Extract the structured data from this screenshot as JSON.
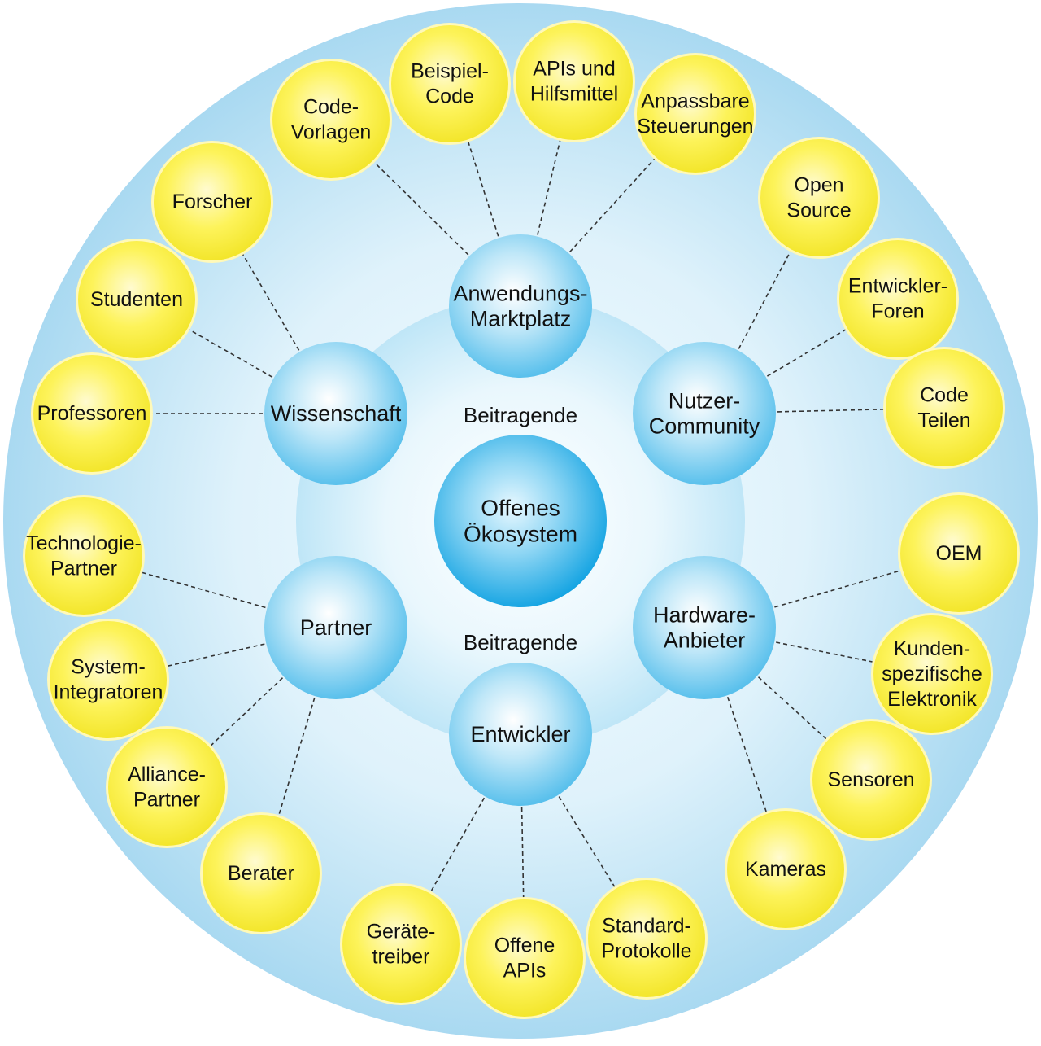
{
  "diagram": {
    "center": {
      "id": "center",
      "lines": [
        "Offenes",
        "Ökosystem"
      ]
    },
    "ring_labels": [
      {
        "id": "ring-label-top",
        "text": "Beitragende"
      },
      {
        "id": "ring-label-bottom",
        "text": "Beitragende"
      }
    ],
    "hubs": [
      {
        "id": "hub-anwendungs-marktplatz",
        "lines": [
          "Anwendungs-",
          "Marktplatz"
        ]
      },
      {
        "id": "hub-wissenschaft",
        "lines": [
          "Wissenschaft"
        ]
      },
      {
        "id": "hub-nutzer-community",
        "lines": [
          "Nutzer-",
          "Community"
        ]
      },
      {
        "id": "hub-partner",
        "lines": [
          "Partner"
        ]
      },
      {
        "id": "hub-hardware-anbieter",
        "lines": [
          "Hardware-",
          "Anbieter"
        ]
      },
      {
        "id": "hub-entwickler",
        "lines": [
          "Entwickler"
        ]
      }
    ],
    "leaves": [
      {
        "id": "leaf-code-vorlagen",
        "hub": "hub-anwendungs-marktplatz",
        "lines": [
          "Code-",
          "Vorlagen"
        ]
      },
      {
        "id": "leaf-beispiel-code",
        "hub": "hub-anwendungs-marktplatz",
        "lines": [
          "Beispiel-",
          "Code"
        ]
      },
      {
        "id": "leaf-apis-und-hilfsmittel",
        "hub": "hub-anwendungs-marktplatz",
        "lines": [
          "APIs und",
          "Hilfsmittel"
        ]
      },
      {
        "id": "leaf-anpassbare-steuerungen",
        "hub": "hub-anwendungs-marktplatz",
        "lines": [
          "Anpassbare",
          "Steuerungen"
        ]
      },
      {
        "id": "leaf-forscher",
        "hub": "hub-wissenschaft",
        "lines": [
          "Forscher"
        ]
      },
      {
        "id": "leaf-studenten",
        "hub": "hub-wissenschaft",
        "lines": [
          "Studenten"
        ]
      },
      {
        "id": "leaf-professoren",
        "hub": "hub-wissenschaft",
        "lines": [
          "Professoren"
        ]
      },
      {
        "id": "leaf-open-source",
        "hub": "hub-nutzer-community",
        "lines": [
          "Open",
          "Source"
        ]
      },
      {
        "id": "leaf-entwickler-foren",
        "hub": "hub-nutzer-community",
        "lines": [
          "Entwickler-",
          "Foren"
        ]
      },
      {
        "id": "leaf-code-teilen",
        "hub": "hub-nutzer-community",
        "lines": [
          "Code",
          "Teilen"
        ]
      },
      {
        "id": "leaf-technologie-partner",
        "hub": "hub-partner",
        "lines": [
          "Technologie-",
          "Partner"
        ]
      },
      {
        "id": "leaf-system-integratoren",
        "hub": "hub-partner",
        "lines": [
          "System-",
          "Integratoren"
        ]
      },
      {
        "id": "leaf-alliance-partner",
        "hub": "hub-partner",
        "lines": [
          "Alliance-",
          "Partner"
        ]
      },
      {
        "id": "leaf-berater",
        "hub": "hub-partner",
        "lines": [
          "Berater"
        ]
      },
      {
        "id": "leaf-oem",
        "hub": "hub-hardware-anbieter",
        "lines": [
          "OEM"
        ]
      },
      {
        "id": "leaf-kundenspezifische-elektronik",
        "hub": "hub-hardware-anbieter",
        "lines": [
          "Kunden-",
          "spezifische",
          "Elektronik"
        ]
      },
      {
        "id": "leaf-sensoren",
        "hub": "hub-hardware-anbieter",
        "lines": [
          "Sensoren"
        ]
      },
      {
        "id": "leaf-kameras",
        "hub": "hub-hardware-anbieter",
        "lines": [
          "Kameras"
        ]
      },
      {
        "id": "leaf-geraetetreiber",
        "hub": "hub-entwickler",
        "lines": [
          "Geräte-",
          "treiber"
        ]
      },
      {
        "id": "leaf-offene-apis",
        "hub": "hub-entwickler",
        "lines": [
          "Offene",
          "APIs"
        ]
      },
      {
        "id": "leaf-standard-protokolle",
        "hub": "hub-entwickler",
        "lines": [
          "Standard-",
          "Protokolle"
        ]
      }
    ],
    "colors": {
      "outer_disc": "#bfe3f5",
      "inner_disc": "#d4eefa",
      "hub_fill": "#5cc3ee",
      "center_fill": "#1aa8e6",
      "leaf_fill": "#fdf24c",
      "connector": "#333333"
    }
  }
}
